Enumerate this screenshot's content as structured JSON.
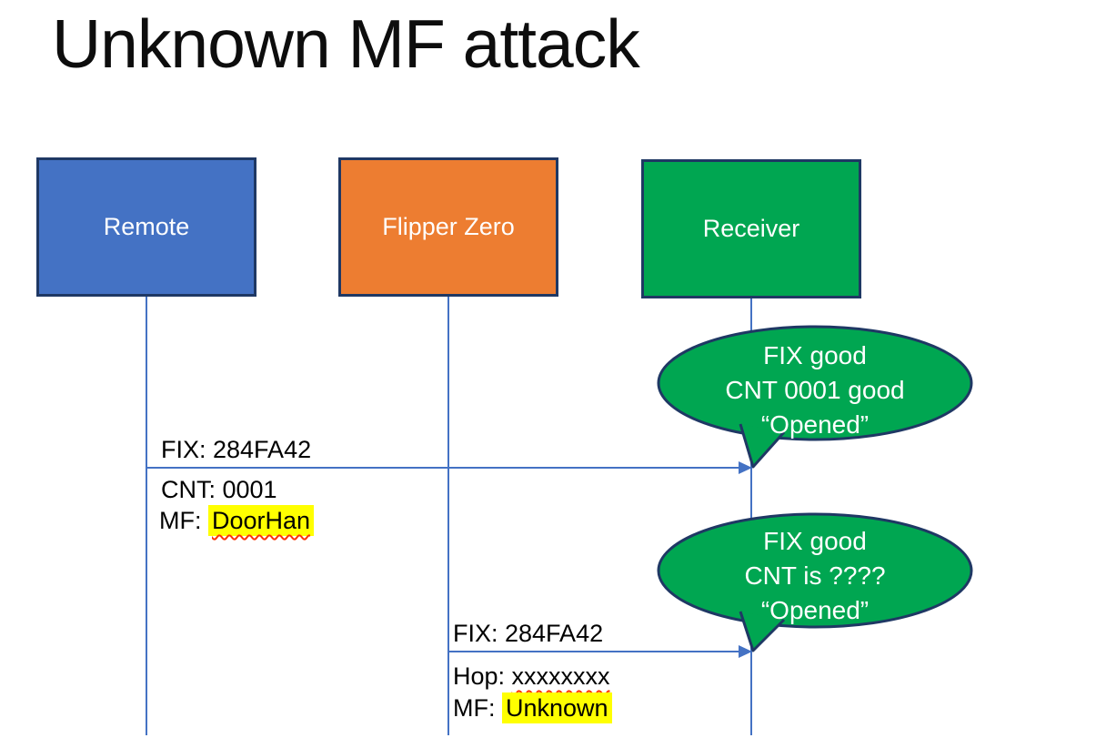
{
  "title": "Unknown MF attack",
  "actors": [
    {
      "id": "remote",
      "label": "Remote"
    },
    {
      "id": "flipper",
      "label": "Flipper Zero"
    },
    {
      "id": "receiver",
      "label": "Receiver"
    }
  ],
  "messages": [
    {
      "from": "Remote",
      "to": "Receiver",
      "fix": "FIX: 284FA42",
      "cnt": "CNT: 0001",
      "mf_prefix": "MF: ",
      "mf_value": "DoorHan"
    },
    {
      "from": "Flipper Zero",
      "to": "Receiver",
      "fix": "FIX: 284FA42",
      "hop_prefix": "Hop: ",
      "hop_value": "xxxxxxxx",
      "mf_prefix": "MF: ",
      "mf_value": "Unknown"
    }
  ],
  "callouts": [
    {
      "line1": "FIX good",
      "line2": "CNT 0001 good",
      "line3": "“Opened”"
    },
    {
      "line1": "FIX good",
      "line2": "CNT is ????",
      "line3": "“Opened”"
    }
  ],
  "colors": {
    "remote_fill": "#4472C4",
    "flipper_fill": "#ED7D31",
    "receiver_fill": "#00A651",
    "bubble_fill": "#00A651",
    "box_outline": "#1F3864",
    "bubble_outline": "#1F3864",
    "connector_blue": "#4472C4",
    "highlight_yellow": "#FFFF00",
    "squiggle_red": "#FF3300",
    "title_color": "#0D0D0D",
    "actor_text": "#FFFFFF",
    "bubble_text": "#FFFFFF",
    "message_text": "#000000"
  }
}
